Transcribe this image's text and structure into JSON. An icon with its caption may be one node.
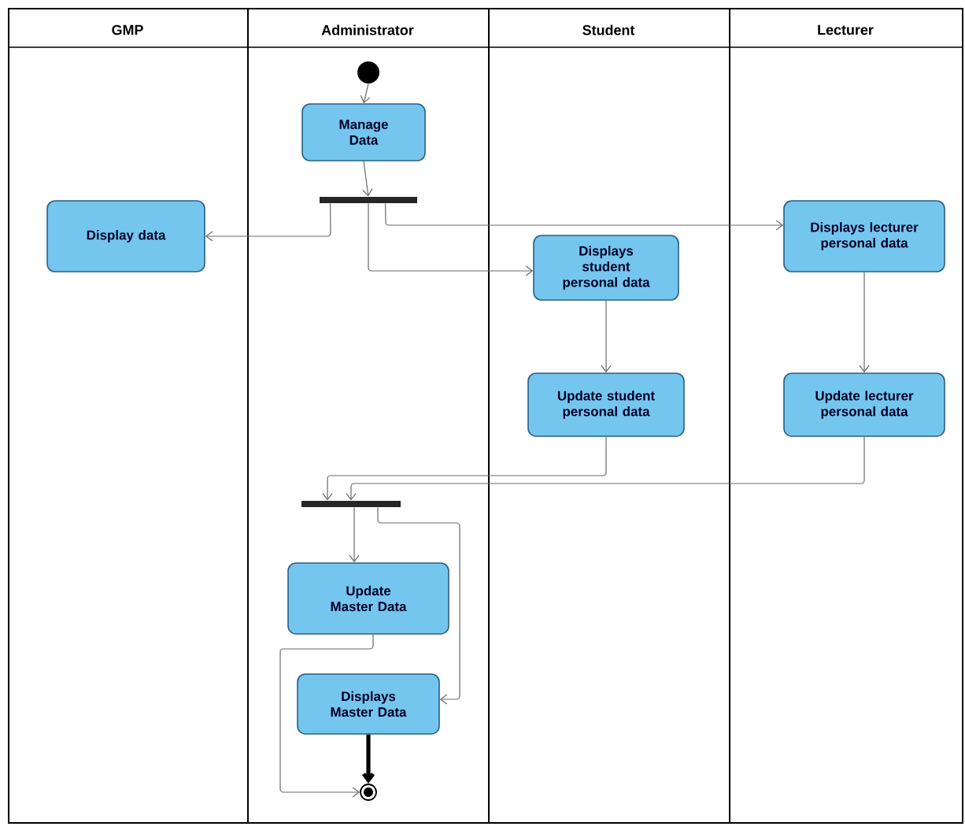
{
  "diagram": {
    "nodes": [
      {
        "text": [
          "GMP"
        ]
      },
      {
        "text": [
          "Administrator"
        ]
      },
      {
        "text": [
          "Student"
        ]
      },
      {
        "text": [
          "Lecturer"
        ]
      },
      {
        "text": [],
        "shape": "circle",
        "in": 1
      },
      {
        "text": [
          "Manage Data"
        ],
        "in": 1
      },
      {
        "text": [],
        "shape": "bar",
        "in": 1
      },
      {
        "text": [
          "Display data"
        ],
        "in": 0
      },
      {
        "text": [
          "Displays student personal data"
        ],
        "in": 2
      },
      {
        "text": [
          "Displays lecturer personal data"
        ],
        "in": 3
      },
      {
        "text": [
          "Update student personal data"
        ],
        "in": 2
      },
      {
        "text": [
          "Update lecturer personal data"
        ],
        "in": 3
      },
      {
        "text": [],
        "shape": "bar",
        "in": 1
      },
      {
        "text": [
          "Update Master Data"
        ],
        "in": 1
      },
      {
        "text": [
          "Displays Master Data"
        ],
        "in": 1
      },
      {
        "text": [],
        "shape": "circle",
        "in": 1
      }
    ],
    "edges": [
      {
        "from": 4,
        "to": 5,
        "arrow": "to"
      },
      {
        "from": 5,
        "to": 6,
        "arrow": "to"
      },
      {
        "from": 6,
        "to": 7,
        "arrow": "to"
      },
      {
        "from": 6,
        "to": 8,
        "arrow": "to"
      },
      {
        "from": 6,
        "to": 9,
        "arrow": "to"
      },
      {
        "from": 8,
        "to": 10,
        "arrow": "to"
      },
      {
        "from": 9,
        "to": 11,
        "arrow": "to"
      },
      {
        "from": 10,
        "to": 12,
        "arrow": "to"
      },
      {
        "from": 11,
        "to": 12,
        "arrow": "to"
      },
      {
        "from": 12,
        "to": 13,
        "arrow": "to"
      },
      {
        "from": 12,
        "to": 14,
        "arrow": "to"
      },
      {
        "from": 13,
        "to": 15,
        "arrow": "to"
      },
      {
        "from": 14,
        "to": 15,
        "arrow": "to",
        "style": "thick",
        "color": "#000000"
      }
    ]
  }
}
